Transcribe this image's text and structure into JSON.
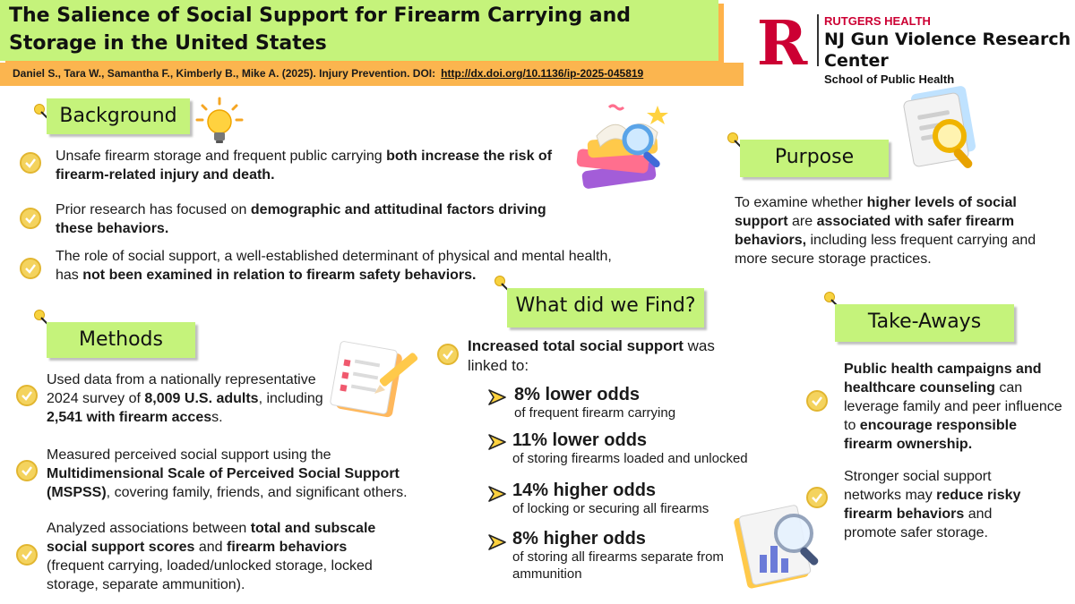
{
  "header": {
    "title": "The Salience of Social Support for Firearm Carrying and Storage in the United States",
    "citation": "Daniel S., Tara W., Samantha F., Kimberly B., Mike A. (2025). Injury Prevention. DOI:",
    "doi_link": "http://dx.doi.org/10.1136/ip-2025-045819"
  },
  "logo": {
    "letter": "R",
    "line1": "RUTGERS HEALTH",
    "line2": "NJ Gun Violence Research Center",
    "line3": "School of Public Health"
  },
  "background": {
    "heading": "Background",
    "items": [
      {
        "pre": "Unsafe firearm storage and frequent public carrying ",
        "bold": "both increase the risk of firearm-related injury and death.",
        "post": ""
      },
      {
        "pre": "Prior research has focused on ",
        "bold": "demographic and attitudinal factors driving these behaviors.",
        "post": ""
      },
      {
        "pre": "The role of social support, a well-established determinant of physical and mental health, has ",
        "bold": "not been examined in relation to firearm safety behaviors.",
        "post": ""
      }
    ]
  },
  "purpose": {
    "heading": "Purpose",
    "p1": "To examine whether ",
    "b1": "higher levels of social support",
    "p2": " are ",
    "b2": "associated with safer firearm behaviors,",
    "p3": " including less frequent carrying and more secure storage practices."
  },
  "methods": {
    "heading": "Methods",
    "item1": {
      "p1": "Used data from a nationally representative 2024 survey of ",
      "b1": "8,009 U.S. adults",
      "p2": ", including ",
      "b2": "2,541 with firearm acces",
      "p3": "s."
    },
    "item2": {
      "p1": "Measured perceived social support using the ",
      "b1": "Multidimensional Scale of Perceived Social Support (MSPSS)",
      "p2": ", covering family, friends, and significant others."
    },
    "item3": {
      "p1": "Analyzed associations between ",
      "b1": "total and subscale social support scores",
      "p2": " and ",
      "b2": "firearm behaviors",
      "p3": " (frequent carrying, loaded/unlocked storage, locked storage, separate ammunition)."
    }
  },
  "findings": {
    "heading": "What did we Find?",
    "intro_bold": "Increased total social support",
    "intro_rest": " was linked to:",
    "items": [
      {
        "big": "8% lower odds",
        "small": "of frequent firearm carrying"
      },
      {
        "big": "11% lower odds",
        "small": "of storing firearms loaded and unlocked"
      },
      {
        "big": "14% higher odds",
        "small": "of locking or securing all firearms"
      },
      {
        "big": "8% higher odds",
        "small": "of storing all firearms separate from ammunition"
      }
    ]
  },
  "takeaways": {
    "heading": "Take-Aways",
    "item1": {
      "b1": "Public health campaigns and healthcare counseling",
      "p1": " can leverage family and peer influence to ",
      "b2": "encourage responsible firearm ownership."
    },
    "item2": {
      "p1": "Stronger social support networks may ",
      "b1": "reduce risky firearm behaviors",
      "p2": " and promote safer storage."
    }
  },
  "icons": [
    "lightbulb-icon",
    "books-magnifier-icon",
    "document-magnifier-icon",
    "checklist-pencil-icon",
    "chart-magnifier-icon",
    "check-icon",
    "arrow-icon",
    "pin-icon"
  ],
  "colors": {
    "heading_green": "#c5f37b",
    "citation_orange": "#fbb54f",
    "rutgers_red": "#cc0033",
    "check_yellow": "#f4d35e"
  }
}
